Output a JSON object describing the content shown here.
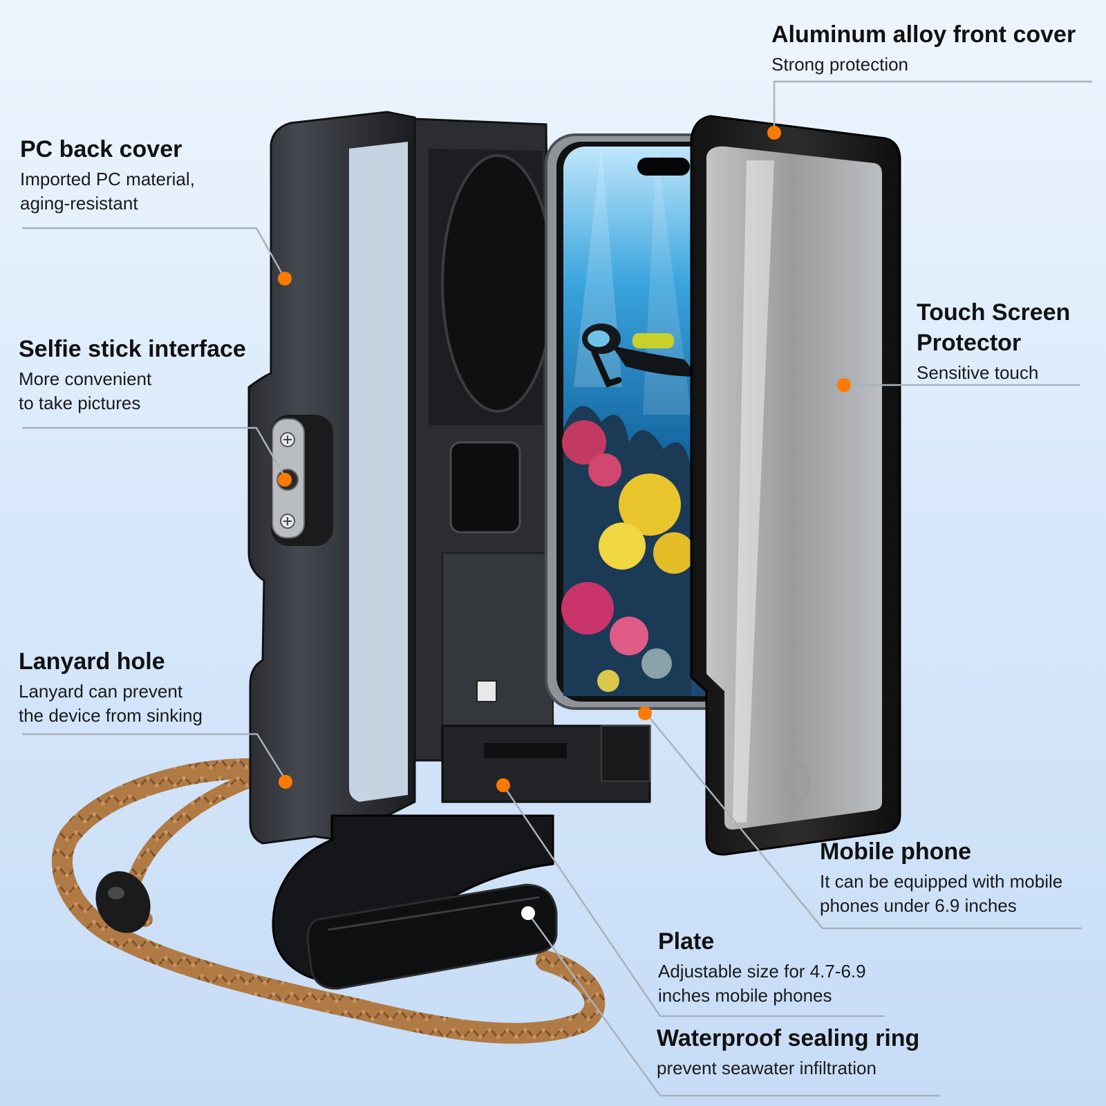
{
  "colors": {
    "background_top": "#eef5fd",
    "background_bottom": "#c6dcf6",
    "dot": "#ff7a00",
    "leader_line": "#a9b1ba",
    "housing": "#1f2124",
    "lanyard": "#b07a45"
  },
  "callouts": {
    "front_cover": {
      "title": "Aluminum alloy front cover",
      "desc": "Strong protection"
    },
    "pc_back_cover": {
      "title": "PC back cover",
      "desc": "Imported PC material,\naging-resistant"
    },
    "selfie_interface": {
      "title": "Selfie stick interface",
      "desc": "More convenient\nto take pictures"
    },
    "touch_protector": {
      "title": "Touch Screen\nProtector",
      "desc": "Sensitive touch"
    },
    "lanyard_hole": {
      "title": "Lanyard hole",
      "desc": "Lanyard can prevent\nthe device from sinking"
    },
    "mobile_phone": {
      "title": "Mobile phone",
      "desc": "It can be equipped with mobile\nphones under 6.9 inches"
    },
    "plate": {
      "title": "Plate",
      "desc": "Adjustable size for 4.7-6.9\ninches mobile phones"
    },
    "sealing_ring": {
      "title": "Waterproof sealing ring",
      "desc": "prevent seawater infiltration"
    }
  },
  "icons": [
    "orange-dot-icon",
    "white-dot-icon",
    "home-button-icon",
    "screw-icon"
  ]
}
